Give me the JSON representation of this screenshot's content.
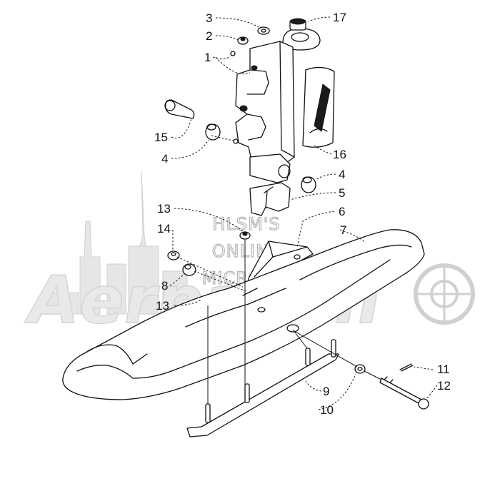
{
  "watermark": {
    "line1": "HLSM'S",
    "line2": "ONLINE",
    "line3": "MICROFICHE",
    "brand": "Aerpartm"
  },
  "callouts": [
    "3",
    "2",
    "1",
    "17",
    "15",
    "4",
    "16",
    "4",
    "5",
    "13",
    "6",
    "7",
    "14",
    "8",
    "13",
    "9",
    "10",
    "11",
    "12"
  ]
}
